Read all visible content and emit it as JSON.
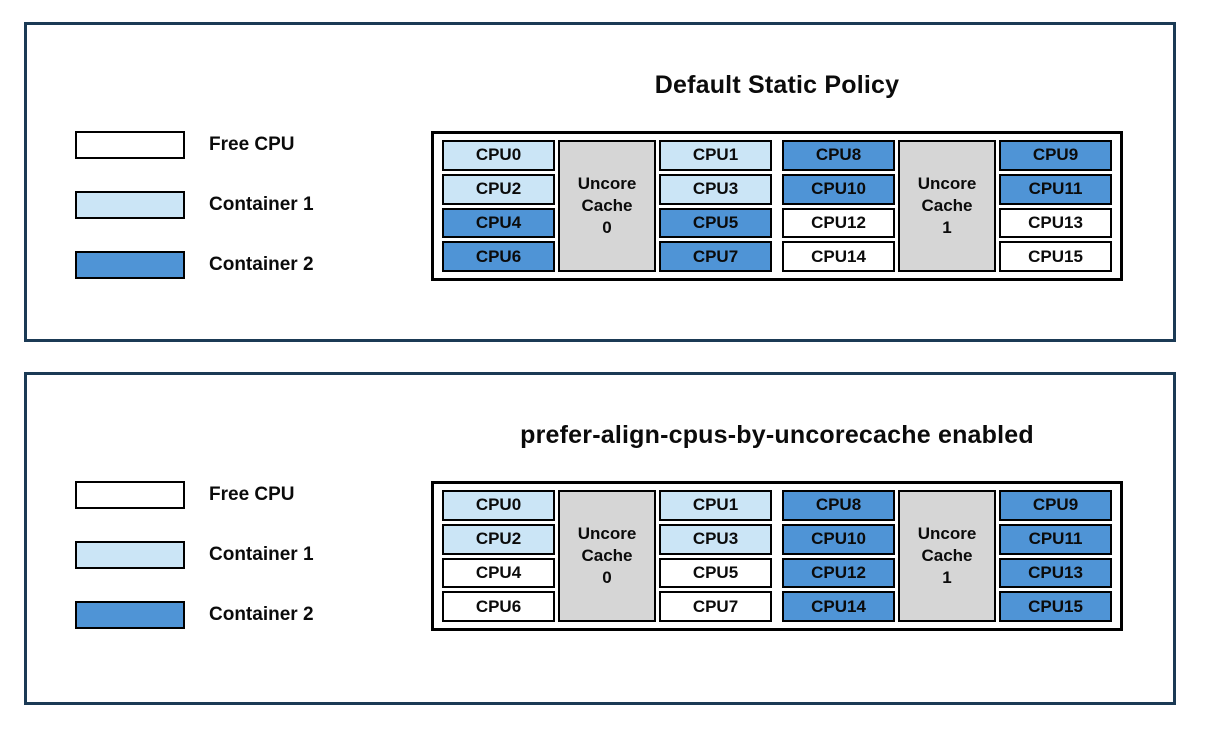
{
  "colors": {
    "free": "#ffffff",
    "container1": "#cbe5f6",
    "container2": "#4f94d6",
    "cache-fill": "#d6d6d6",
    "panel-border": "#1b3a55",
    "text": "#0b0b0b"
  },
  "legend": {
    "items": [
      {
        "label": "Free CPU",
        "state": "free"
      },
      {
        "label": "Container 1",
        "state": "container1"
      },
      {
        "label": "Container 2",
        "state": "container2"
      }
    ]
  },
  "panels": [
    {
      "title": "Default Static Policy",
      "groups": [
        {
          "cache_label": "Uncore\nCache\n0",
          "left": [
            {
              "label": "CPU0",
              "state": "container1"
            },
            {
              "label": "CPU2",
              "state": "container1"
            },
            {
              "label": "CPU4",
              "state": "container2"
            },
            {
              "label": "CPU6",
              "state": "container2"
            }
          ],
          "right": [
            {
              "label": "CPU1",
              "state": "container1"
            },
            {
              "label": "CPU3",
              "state": "container1"
            },
            {
              "label": "CPU5",
              "state": "container2"
            },
            {
              "label": "CPU7",
              "state": "container2"
            }
          ]
        },
        {
          "cache_label": "Uncore\nCache\n1",
          "left": [
            {
              "label": "CPU8",
              "state": "container2"
            },
            {
              "label": "CPU10",
              "state": "container2"
            },
            {
              "label": "CPU12",
              "state": "free"
            },
            {
              "label": "CPU14",
              "state": "free"
            }
          ],
          "right": [
            {
              "label": "CPU9",
              "state": "container2"
            },
            {
              "label": "CPU11",
              "state": "container2"
            },
            {
              "label": "CPU13",
              "state": "free"
            },
            {
              "label": "CPU15",
              "state": "free"
            }
          ]
        }
      ]
    },
    {
      "title": "prefer-align-cpus-by-uncorecache enabled",
      "groups": [
        {
          "cache_label": "Uncore\nCache\n0",
          "left": [
            {
              "label": "CPU0",
              "state": "container1"
            },
            {
              "label": "CPU2",
              "state": "container1"
            },
            {
              "label": "CPU4",
              "state": "free"
            },
            {
              "label": "CPU6",
              "state": "free"
            }
          ],
          "right": [
            {
              "label": "CPU1",
              "state": "container1"
            },
            {
              "label": "CPU3",
              "state": "container1"
            },
            {
              "label": "CPU5",
              "state": "free"
            },
            {
              "label": "CPU7",
              "state": "free"
            }
          ]
        },
        {
          "cache_label": "Uncore\nCache\n1",
          "left": [
            {
              "label": "CPU8",
              "state": "container2"
            },
            {
              "label": "CPU10",
              "state": "container2"
            },
            {
              "label": "CPU12",
              "state": "container2"
            },
            {
              "label": "CPU14",
              "state": "container2"
            }
          ],
          "right": [
            {
              "label": "CPU9",
              "state": "container2"
            },
            {
              "label": "CPU11",
              "state": "container2"
            },
            {
              "label": "CPU13",
              "state": "container2"
            },
            {
              "label": "CPU15",
              "state": "container2"
            }
          ]
        }
      ]
    }
  ]
}
